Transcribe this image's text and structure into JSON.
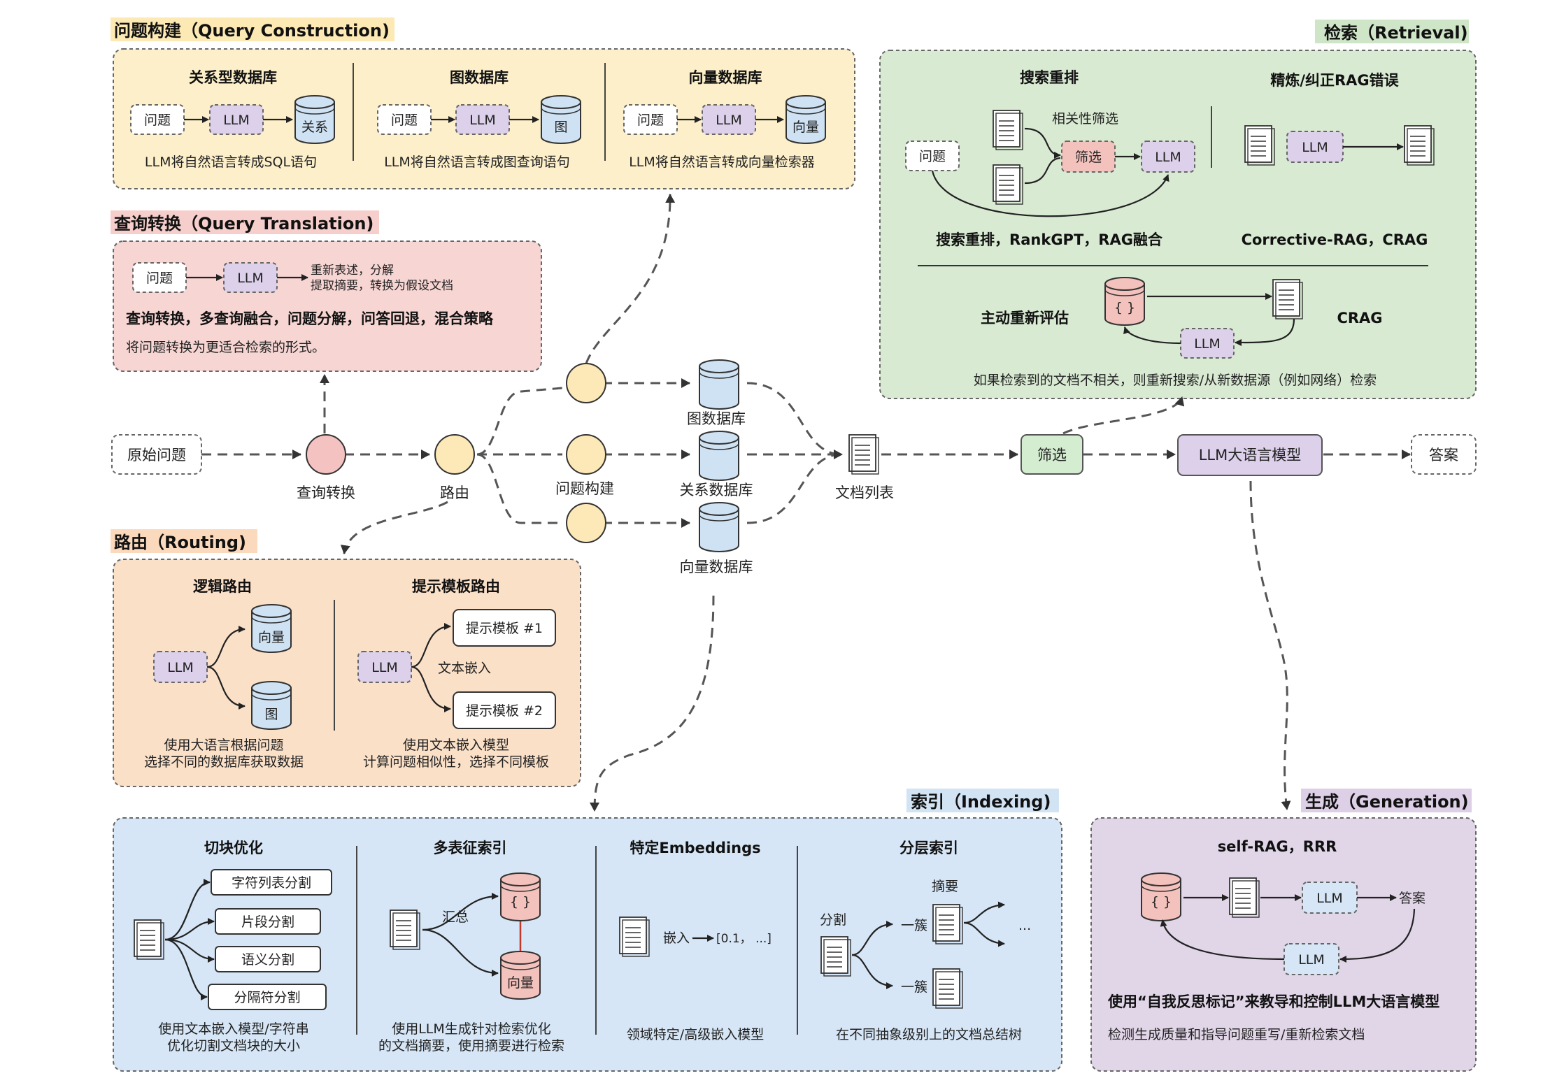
{
  "sections": {
    "query_construction": {
      "title": "问题构建（Query Construction)",
      "relational": {
        "title": "关系型数据库",
        "input": "问题",
        "model": "LLM",
        "store": "关系",
        "caption": "LLM将自然语言转成SQL语句"
      },
      "graph": {
        "title": "图数据库",
        "input": "问题",
        "model": "LLM",
        "store": "图",
        "caption": "LLM将自然语言转成图查询语句"
      },
      "vector": {
        "title": "向量数据库",
        "input": "问题",
        "model": "LLM",
        "store": "向量",
        "caption": "LLM将自然语言转成向量检索器"
      }
    },
    "query_translation": {
      "title": "查询转换（Query Translation)",
      "input": "问题",
      "model": "LLM",
      "output_line1": "重新表述，分解",
      "output_line2": "提取摘要，转换为假设文档",
      "methods": "查询转换，多查询融合，问题分解，问答回退，混合策略",
      "caption": "将问题转换为更适合检索的形式。"
    },
    "routing": {
      "title": "路由（Routing)",
      "logical": {
        "title": "逻辑路由",
        "model": "LLM",
        "store_a": "向量",
        "store_b": "图",
        "caption_line1": "使用大语言根据问题",
        "caption_line2": "选择不同的数据库获取数据"
      },
      "semantic": {
        "title": "提示模板路由",
        "model": "LLM",
        "template_1": "提示模板 #1",
        "template_2": "提示模板 #2",
        "embed_label": "文本嵌入",
        "caption_line1": "使用文本嵌入模型",
        "caption_line2": "计算问题相似性，选择不同模板"
      }
    },
    "retrieval": {
      "title": "检索（Retrieval)",
      "rerank": {
        "title": "搜索重排",
        "input": "问题",
        "relevance_label": "相关性筛选",
        "filter": "筛选",
        "model": "LLM",
        "caption": "搜索重排，RankGPT，RAG融合"
      },
      "refine": {
        "title": "精炼/纠正RAG错误",
        "model": "LLM",
        "caption": "Corrective-RAG，CRAG"
      },
      "active": {
        "title": "主动重新评估",
        "db_icon": "{ }",
        "model": "LLM",
        "crag_label": "CRAG",
        "caption": "如果检索到的文档不相关，则重新搜索/从新数据源（例如网络）检索"
      }
    },
    "indexing": {
      "title": "索引（Indexing)",
      "chunk": {
        "title": "切块优化",
        "options": [
          "字符列表分割",
          "片段分割",
          "语义分割",
          "分隔符分割"
        ],
        "caption_line1": "使用文本嵌入模型/字符串",
        "caption_line2": "优化切割文档块的大小"
      },
      "multi": {
        "title": "多表征索引",
        "summary_label": "汇总",
        "db_icon": "{ }",
        "store": "向量",
        "caption_line1": "使用LLM生成针对检索优化",
        "caption_line2": "的文档摘要，使用摘要进行检索"
      },
      "embeddings": {
        "title": "特定Embeddings",
        "embed_label": "嵌入",
        "vector_text": "[0.1，  ...]",
        "caption": "领域特定/高级嵌入模型"
      },
      "hierarchical": {
        "title": "分层索引",
        "split_label": "分割",
        "cluster_a": "一簇",
        "cluster_b": "一簇",
        "summary_label": "摘要",
        "ellipsis": "...",
        "caption": "在不同抽象级别上的文档总结树"
      }
    },
    "generation": {
      "title": "生成（Generation)",
      "methods": "self-RAG，RRR",
      "db_icon": "{ }",
      "model_a": "LLM",
      "model_b": "LLM",
      "answer": "答案",
      "headline": "使用“自我反思标记”来教导和控制LLM大语言模型",
      "caption": "检测生成质量和指导问题重写/重新检索文档"
    }
  },
  "flow": {
    "raw_question": "原始问题",
    "query_translation": "查询转换",
    "routing": "路由",
    "query_construction": "问题构建",
    "graph_db": "图数据库",
    "relational_db": "关系数据库",
    "vector_db": "向量数据库",
    "doc_list": "文档列表",
    "filter": "筛选",
    "llm": "LLM大语言模型",
    "answer": "答案"
  },
  "colors": {
    "query_construction_bg": "#fcefc9",
    "query_translation_bg": "#f6d5d3",
    "routing_bg": "#fbe0c8",
    "retrieval_bg": "#d9ead3",
    "indexing_bg": "#d6e6f6",
    "generation_bg": "#e1d5e8",
    "llm_box": "#dcd0ea",
    "db_blue": "#cfe2f3",
    "db_red": "#f4c2bd",
    "node_yellow": "#fde9b8",
    "node_red": "#f4c2c0",
    "filter_green": "#d4ecd0"
  }
}
